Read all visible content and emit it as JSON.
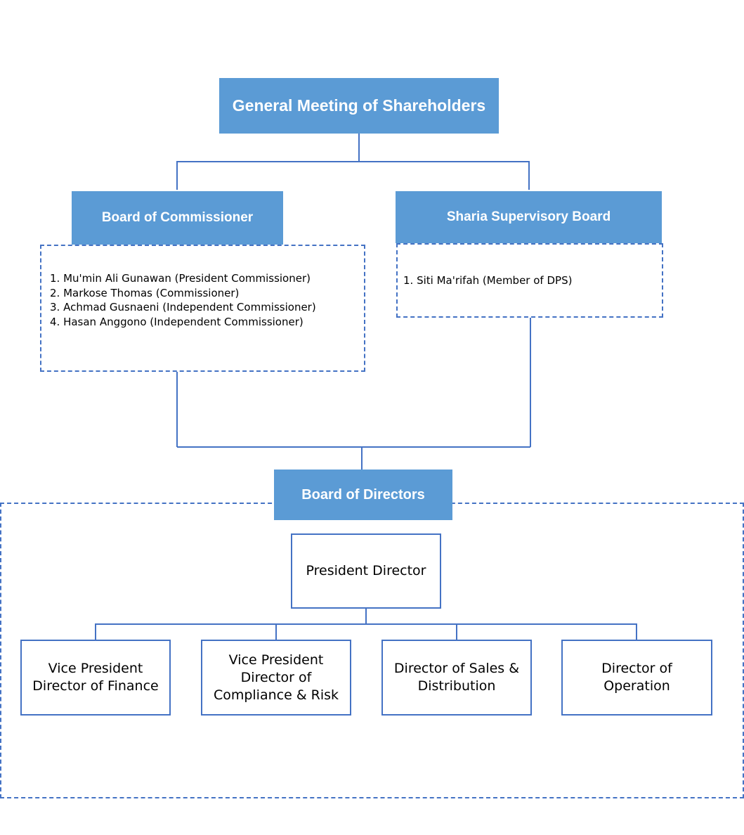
{
  "colors": {
    "header_fill": "#5b9bd5",
    "header_text": "#ffffff",
    "connector": "#4472c4",
    "box_border": "#4472c4"
  },
  "gms": {
    "title": "General Meeting of Shareholders"
  },
  "commissioners": {
    "title": "Board of Commissioner",
    "members": [
      "1. Mu'min Ali Gunawan (President Commissioner)",
      "2. Markose Thomas (Commissioner)",
      "3. Achmad Gusnaeni (Independent Commissioner)",
      "4. Hasan Anggono (Independent Commissioner)"
    ]
  },
  "sharia": {
    "title": "Sharia Supervisory Board",
    "members": [
      "1. Siti Ma'rifah (Member of DPS)"
    ]
  },
  "directors": {
    "title": "Board of Directors",
    "president": "President Director",
    "subordinates": [
      "Vice President Director of Finance",
      "Vice President Director of Compliance & Risk",
      "Director of Sales & Distribution",
      "Director of Operation"
    ]
  }
}
